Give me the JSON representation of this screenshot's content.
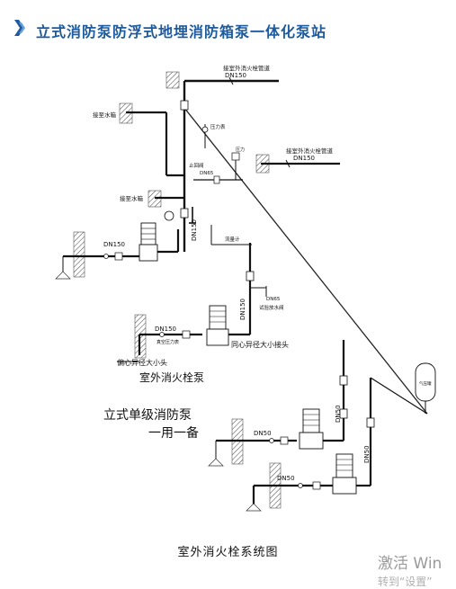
{
  "header": {
    "title": "立式消防泵防浮式地埋消防箱泵一体化泵站",
    "accent_color": "#1d5a9e",
    "icon": "double-chevron-icon"
  },
  "diagram": {
    "labels": {
      "outdoor_pipe_top": "接室外消火栓管道",
      "dn150_top": "DN150",
      "to_tank_1": "接至水箱",
      "pressure_gauge": "压力表",
      "check_valve": "止回阀",
      "dn65_a": "DN65",
      "outdoor_pipe_right": "接室外消火栓管道",
      "dn150_right": "DN150",
      "to_tank_2": "接至水箱",
      "dn150_vertical": "DN150",
      "dn150_left": "DN150",
      "flow_switch": "流量计",
      "dn65_b": "DN65",
      "dn150_vertical_2": "DN150",
      "test_valve": "试验放水阀",
      "dn150_mid": "DN150",
      "vacuum_gauge": "真空压力表",
      "eccentric_reducer": "偏心异径大小头",
      "concentric_reducer": "同心异径大小接头",
      "pump_outdoor": "室外消火栓泵",
      "pump_vertical_1": "立式单级消防泵",
      "pump_vertical_2": "一用一备",
      "pressure_tank": "气压罐",
      "dn50_a": "DN50",
      "dn50_vertical": "DN50",
      "dn50_b": "DN50",
      "dn50_vertical_2": "DN50"
    }
  },
  "caption": "室外消火栓系统图",
  "watermark": {
    "line1": "激活 Win",
    "line2": "转到“设置”"
  }
}
